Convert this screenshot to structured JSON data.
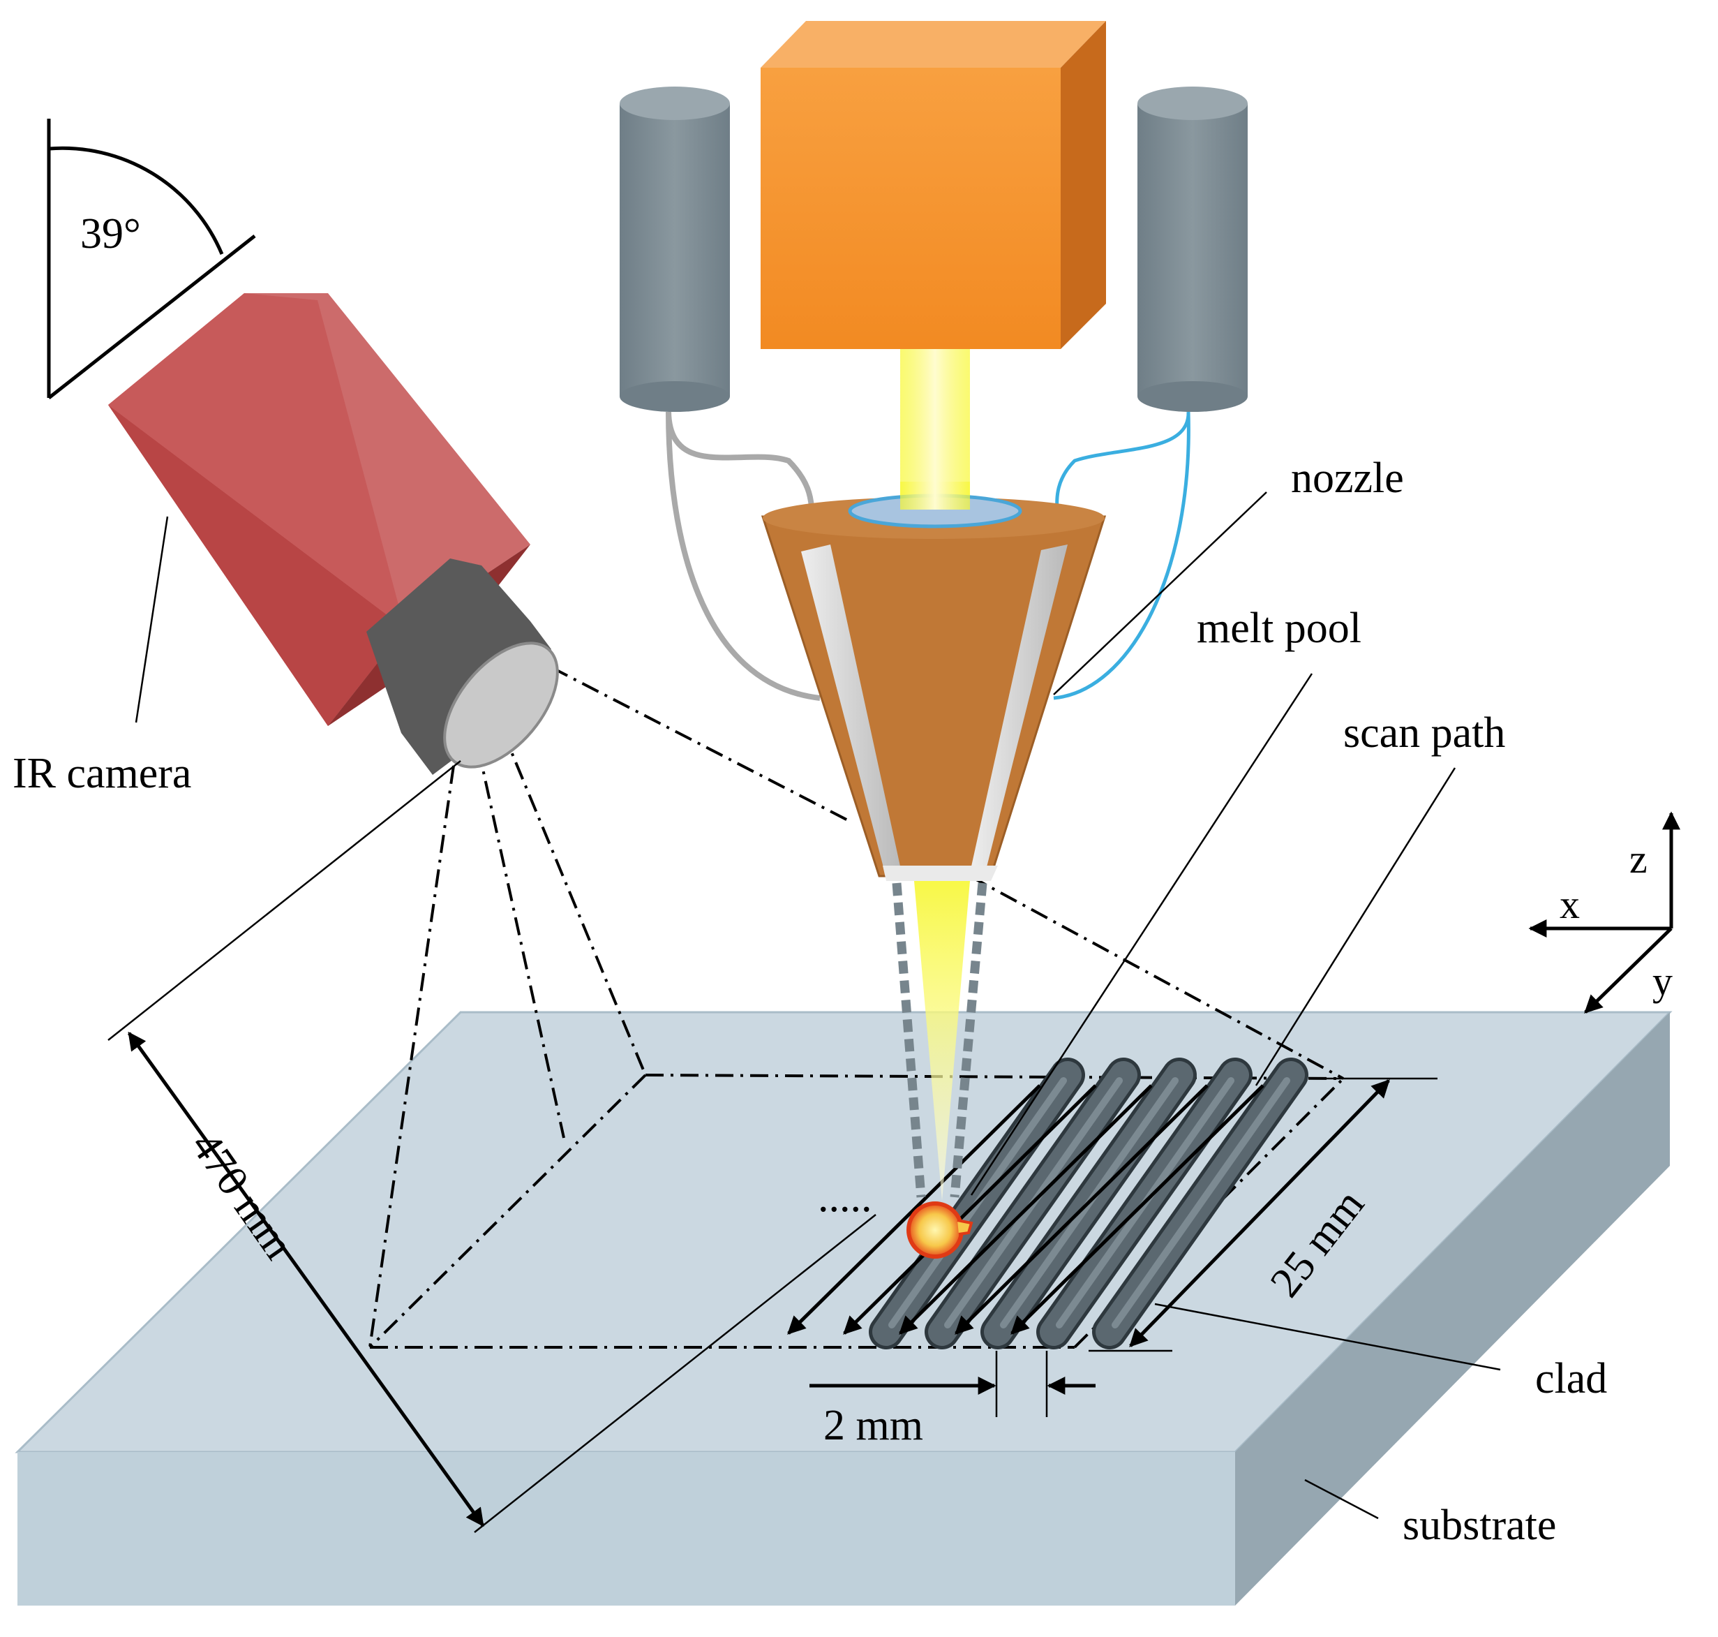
{
  "labels": {
    "angle": "39°",
    "ir_camera": "IR camera",
    "nozzle": "nozzle",
    "melt_pool": "melt pool",
    "scan_path": "scan path",
    "clad": "clad",
    "substrate": "substrate",
    "dim_distance": "470 mm",
    "dim_length": "25 mm",
    "dim_spacing": "2 mm",
    "ellipsis": "....."
  },
  "axes": {
    "x": "x",
    "y": "y",
    "z": "z"
  },
  "colors": {
    "camera_front": "#b84545",
    "camera_top": "#cc6b6b",
    "camera_side": "#8e3030",
    "lens": "#5a5a5a",
    "laser_box": "#f5922e",
    "laser_box_top": "#f8b066",
    "laser_box_side": "#c76a1c",
    "powder_feeder": "#7e8d96",
    "beam": "#f7f733",
    "nozzle": "#c07836",
    "substrate_top": "#cbd8e1",
    "substrate_front": "#bfd0da",
    "substrate_side": "#96a7b1",
    "clad": "#4d5a62",
    "melt_pool": "#f5b23a",
    "feed_hose_left": "#a9a9a9",
    "feed_hose_right": "#3aaee0"
  }
}
